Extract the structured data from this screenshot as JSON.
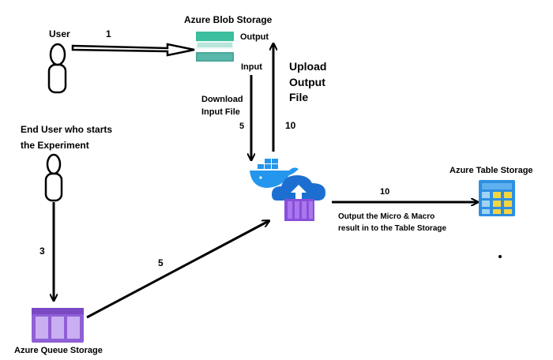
{
  "labels": {
    "user": "User",
    "end_user_line1": "End User who starts",
    "end_user_line2": "the Experiment",
    "blob_storage": "Azure Blob Storage",
    "blob_output": "Output",
    "blob_input": "Input",
    "upload_line1": "Upload",
    "upload_line2": "Output",
    "upload_line3": "File",
    "download_line1": "Download",
    "download_line2": "Input File",
    "table_storage": "Azure Table Storage",
    "output_desc_line1": "Output the Micro & Macro",
    "output_desc_line2": "result in to the Table Storage",
    "queue_storage": "Azure Queue Storage"
  },
  "steps": {
    "user_to_blob": "1",
    "download": "5",
    "upload": "10",
    "container_to_table": "10",
    "end_user_to_queue": "3",
    "queue_to_container": "5"
  },
  "colors": {
    "blob_teal": "#3bbf9e",
    "blob_dark": "#2a8f77",
    "table_blue": "#2d8fe0",
    "table_yellow": "#f5d442",
    "queue_purple": "#a37be0",
    "queue_light": "#c9aef2",
    "cloud_blue": "#1c6fd1",
    "container_purple": "#8a4fd9",
    "docker_blue": "#2496ed"
  }
}
